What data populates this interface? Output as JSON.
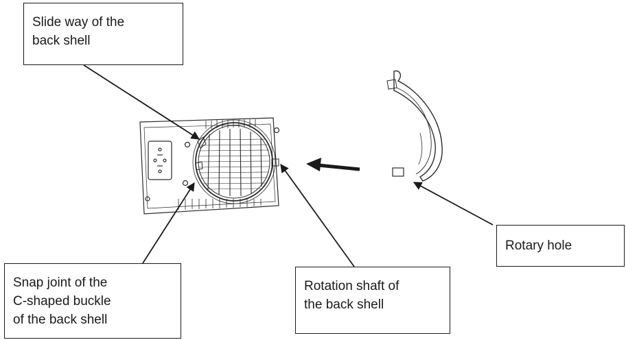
{
  "callouts": {
    "slide_way": {
      "lines": [
        "Slide way of the",
        "back shell"
      ]
    },
    "rotary_hole": {
      "lines": [
        "Rotary hole"
      ]
    },
    "snap_joint": {
      "lines": [
        "Snap joint of the",
        "C-shaped buckle",
        "of the back shell"
      ]
    },
    "rotation_shaft": {
      "lines": [
        "Rotation shaft of",
        "the back shell"
      ]
    }
  },
  "colors": {
    "line": "#1a1a1a",
    "drawing": "#2a2a2a",
    "background": "#ffffff"
  }
}
